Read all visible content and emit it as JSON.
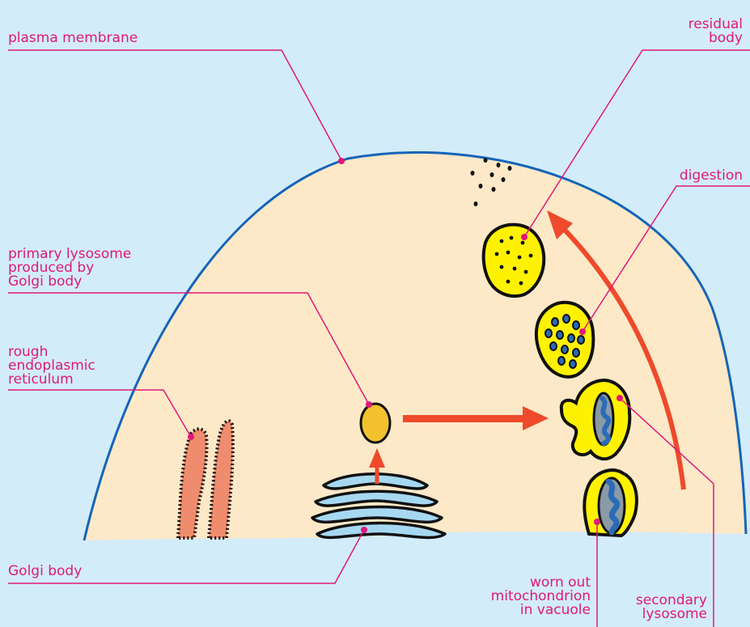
{
  "colors": {
    "background": "#d3ecf9",
    "cytoplasm": "#fde9c8",
    "membrane": "#1565b8",
    "label": "#e0187c",
    "leader_line": "#e0187c",
    "arrow": "#ee4a2b",
    "lysosome_fill": "#fff200",
    "primary_lysosome_fill": "#f2c12e",
    "golgi_fill": "#a7d8f2",
    "rer_fill": "#f08c6e",
    "mitochondrion_outer": "#8a9aa6",
    "mitochondrion_inner": "#2a6bb8"
  },
  "labels": {
    "plasma_membrane": "plasma membrane",
    "residual_body": "residual\nbody",
    "digestion": "digestion",
    "primary_lysosome": "primary lysosome\nproduced by\nGolgi body",
    "rough_er": "rough\nendoplasmic\nreticulum",
    "golgi_body": "Golgi body",
    "worn_out_mitochondrion": "worn out\nmitochondrion\nin vacuole",
    "secondary_lysosome": "secondary\nlysosome"
  }
}
